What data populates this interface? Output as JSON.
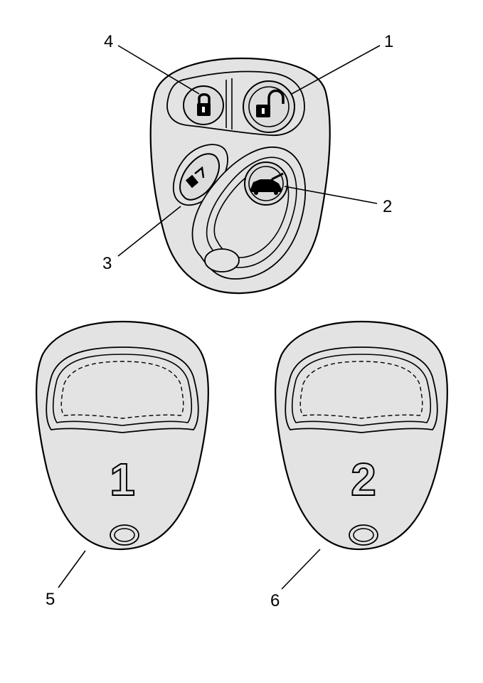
{
  "callouts": {
    "c1": "1",
    "c2": "2",
    "c3": "3",
    "c4": "4",
    "c5": "5",
    "c6": "6"
  },
  "cover_labels": {
    "left": "1",
    "right": "2"
  },
  "icons": {
    "lock": "lock-icon",
    "unlock": "unlock-icon",
    "trunk": "trunk-icon",
    "fuel": "fuel-door-icon"
  },
  "colors": {
    "shell": "#e3e3e3",
    "stroke": "#000000"
  }
}
